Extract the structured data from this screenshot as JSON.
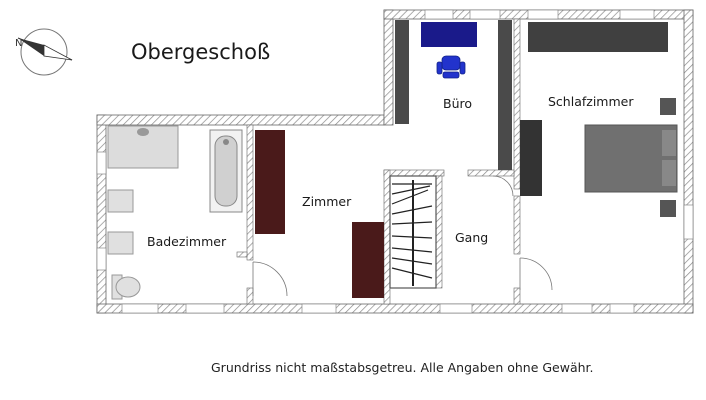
{
  "title": "Obergeschoß",
  "rooms": {
    "buero": "Büro",
    "schlafzimmer": "Schlafzimmer",
    "zimmer": "Zimmer",
    "badezimmer": "Badezimmer",
    "gang": "Gang"
  },
  "footer": "Grundriss nicht maßstabsgetreu. Alle Angaben ohne Gewähr.",
  "colors": {
    "wall_hatch": "#8a8a8a",
    "dark_furniture": "#4a4a4a",
    "brown_furniture": "#4a1a1a",
    "desk": "#1a1a8a",
    "chair": "#2233cc",
    "bed": "#707070",
    "fixture_light": "#dcdcdc"
  },
  "icons": {
    "compass": "north-compass-icon"
  }
}
